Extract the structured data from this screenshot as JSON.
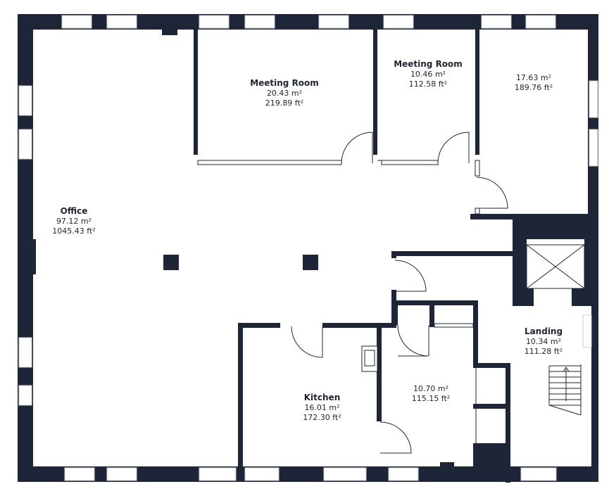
{
  "colors": {
    "wall": "#1e2536",
    "floor": "#ffffff",
    "window": "#ffffff",
    "door_line": "#1e2536",
    "background": "#ffffff"
  },
  "rooms": [
    {
      "id": "office",
      "name": "Office",
      "area_m2": "97.12 m²",
      "area_ft2": "1045.43 ft²"
    },
    {
      "id": "meeting-room-1",
      "name": "Meeting Room",
      "area_m2": "20.43 m²",
      "area_ft2": "219.89 ft²"
    },
    {
      "id": "meeting-room-2",
      "name": "Meeting Room",
      "area_m2": "10.46 m²",
      "area_ft2": "112.58 ft²"
    },
    {
      "id": "room-ne",
      "name": "",
      "area_m2": "17.63 m²",
      "area_ft2": "189.76 ft²"
    },
    {
      "id": "kitchen",
      "name": "Kitchen",
      "area_m2": "16.01 m²",
      "area_ft2": "172.30 ft²"
    },
    {
      "id": "room-center",
      "name": "",
      "area_m2": "10.70 m²",
      "area_ft2": "115.15 ft²"
    },
    {
      "id": "landing",
      "name": "Landing",
      "area_m2": "10.34 m²",
      "area_ft2": "111.28 ft²"
    }
  ]
}
